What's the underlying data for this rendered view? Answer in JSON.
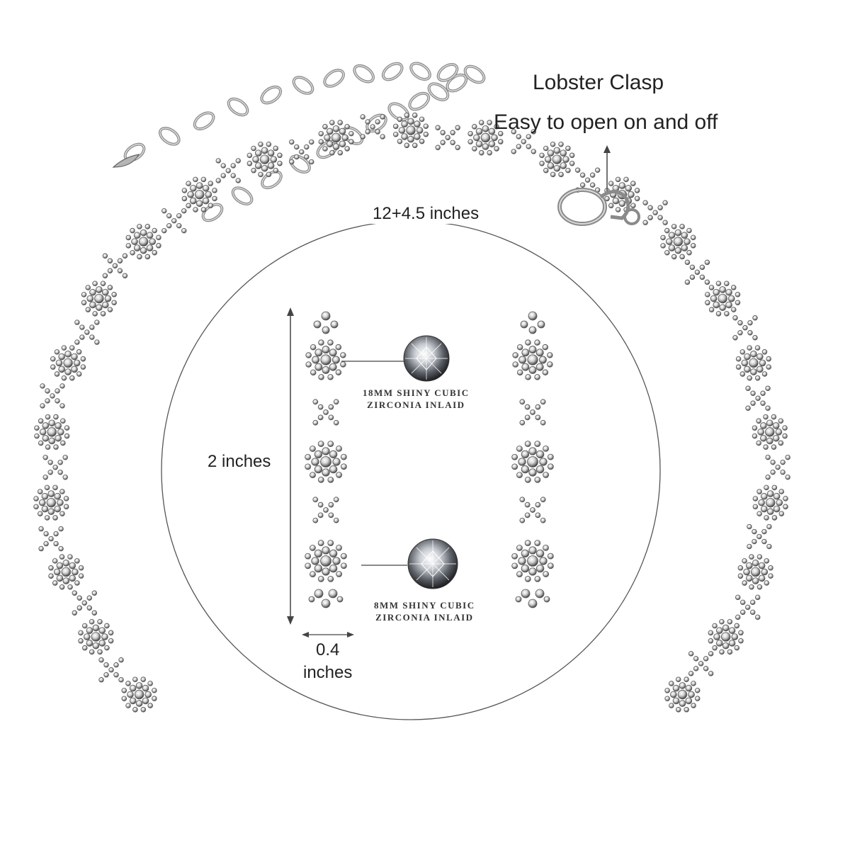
{
  "product_image": {
    "clasp": {
      "title": "Lobster Clasp",
      "subtitle": "Easy to open on and off"
    },
    "dimensions": {
      "length": "12+4.5 inches",
      "height": "2 inches",
      "width_line1": "0.4",
      "width_line2": "inches"
    },
    "stones": {
      "top_line1": "18MM  SHINY  CUBIC",
      "top_line2": "ZIRCONIA  INLAID",
      "bottom_line1": "8MM  SHINY  CUBIC",
      "bottom_line2": "ZIRCONIA  INLAID"
    },
    "colors": {
      "background": "#ffffff",
      "metal": "#9a9a9a",
      "line": "#555555",
      "text": "#222222"
    }
  }
}
